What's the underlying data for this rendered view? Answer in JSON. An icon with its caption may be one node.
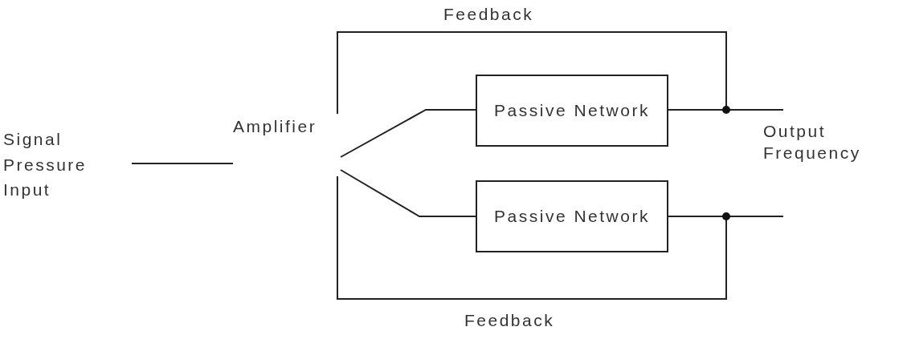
{
  "diagram": {
    "nodes": [
      {
        "text": [
          "Signal Pressure Input"
        ]
      },
      {
        "text": [
          "Amplifier"
        ]
      },
      {
        "text": [
          "Passive Network"
        ]
      },
      {
        "text": [
          "Passive Network"
        ]
      }
    ],
    "edges": [
      {
        "from": 0,
        "to": 1,
        "arrow": "none"
      },
      {
        "from": 1,
        "to": 2,
        "arrow": "none"
      },
      {
        "from": 1,
        "to": 3,
        "arrow": "none"
      },
      {
        "from": 2,
        "to": null,
        "arrow": "none"
      },
      {
        "from": 3,
        "to": null,
        "arrow": "none"
      },
      {
        "from": 2,
        "to": 1,
        "arrow": "none",
        "label": "Feedback"
      },
      {
        "from": 3,
        "to": 1,
        "arrow": "none",
        "label": "Feedback"
      }
    ],
    "labels": [
      "Output Frequency"
    ]
  }
}
